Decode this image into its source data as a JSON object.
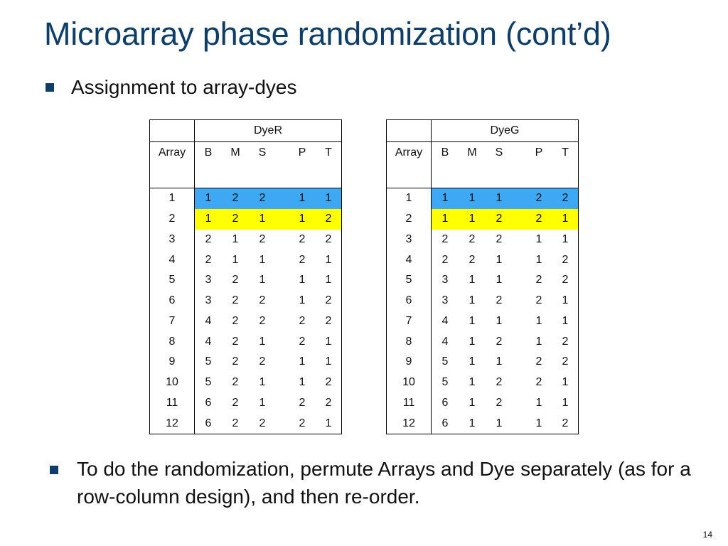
{
  "slide": {
    "title": "Microarray phase randomization (cont’d)",
    "bullet1": "Assignment to array-dyes",
    "bullet2": "To do the randomization, permute Arrays and Dye separately (as for a row-column design), and then re-order.",
    "page_number": "14"
  },
  "tables": [
    {
      "name": "DyeR",
      "columns": [
        "Array",
        "B",
        "M",
        "S",
        "P",
        "T"
      ],
      "rows": [
        [
          "1",
          "1",
          "2",
          "2",
          "1",
          "1"
        ],
        [
          "2",
          "1",
          "2",
          "1",
          "1",
          "2"
        ],
        [
          "3",
          "2",
          "1",
          "2",
          "2",
          "2"
        ],
        [
          "4",
          "2",
          "1",
          "1",
          "2",
          "1"
        ],
        [
          "5",
          "3",
          "2",
          "1",
          "1",
          "1"
        ],
        [
          "6",
          "3",
          "2",
          "2",
          "1",
          "2"
        ],
        [
          "7",
          "4",
          "2",
          "2",
          "2",
          "2"
        ],
        [
          "8",
          "4",
          "2",
          "1",
          "2",
          "1"
        ],
        [
          "9",
          "5",
          "2",
          "2",
          "1",
          "1"
        ],
        [
          "10",
          "5",
          "2",
          "1",
          "1",
          "2"
        ],
        [
          "11",
          "6",
          "2",
          "1",
          "2",
          "2"
        ],
        [
          "12",
          "6",
          "2",
          "2",
          "2",
          "1"
        ]
      ]
    },
    {
      "name": "DyeG",
      "columns": [
        "Array",
        "B",
        "M",
        "S",
        "P",
        "T"
      ],
      "rows": [
        [
          "1",
          "1",
          "1",
          "1",
          "2",
          "2"
        ],
        [
          "2",
          "1",
          "1",
          "2",
          "2",
          "1"
        ],
        [
          "3",
          "2",
          "2",
          "2",
          "1",
          "1"
        ],
        [
          "4",
          "2",
          "2",
          "1",
          "1",
          "2"
        ],
        [
          "5",
          "3",
          "1",
          "1",
          "2",
          "2"
        ],
        [
          "6",
          "3",
          "1",
          "2",
          "2",
          "1"
        ],
        [
          "7",
          "4",
          "1",
          "1",
          "1",
          "1"
        ],
        [
          "8",
          "4",
          "1",
          "2",
          "1",
          "2"
        ],
        [
          "9",
          "5",
          "1",
          "1",
          "2",
          "2"
        ],
        [
          "10",
          "5",
          "1",
          "2",
          "2",
          "1"
        ],
        [
          "11",
          "6",
          "1",
          "2",
          "1",
          "1"
        ],
        [
          "12",
          "6",
          "1",
          "1",
          "1",
          "2"
        ]
      ]
    }
  ],
  "highlights": {
    "row1_color": "#3ea8f5",
    "row2_color": "#ffff00"
  }
}
